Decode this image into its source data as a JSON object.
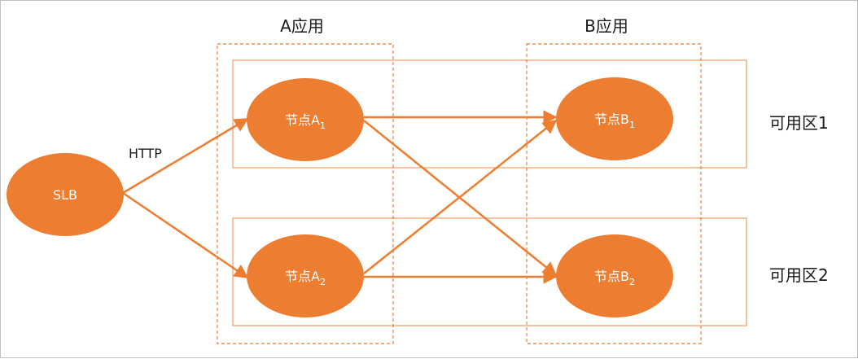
{
  "colors": {
    "accent": "#ed7d31",
    "text": "#1a1a1a",
    "node_text": "#ffffff"
  },
  "diagram": {
    "apps": [
      {
        "name": "A应用"
      },
      {
        "name": "B应用"
      }
    ],
    "zones": [
      {
        "name": "可用区1"
      },
      {
        "name": "可用区2"
      }
    ],
    "slb": {
      "label": "SLB"
    },
    "protocol_label": "HTTP",
    "nodes": {
      "a1": {
        "main": "节点A",
        "sub": "1"
      },
      "a2": {
        "main": "节点A",
        "sub": "2"
      },
      "b1": {
        "main": "节点B",
        "sub": "1"
      },
      "b2": {
        "main": "节点B",
        "sub": "2"
      }
    }
  }
}
